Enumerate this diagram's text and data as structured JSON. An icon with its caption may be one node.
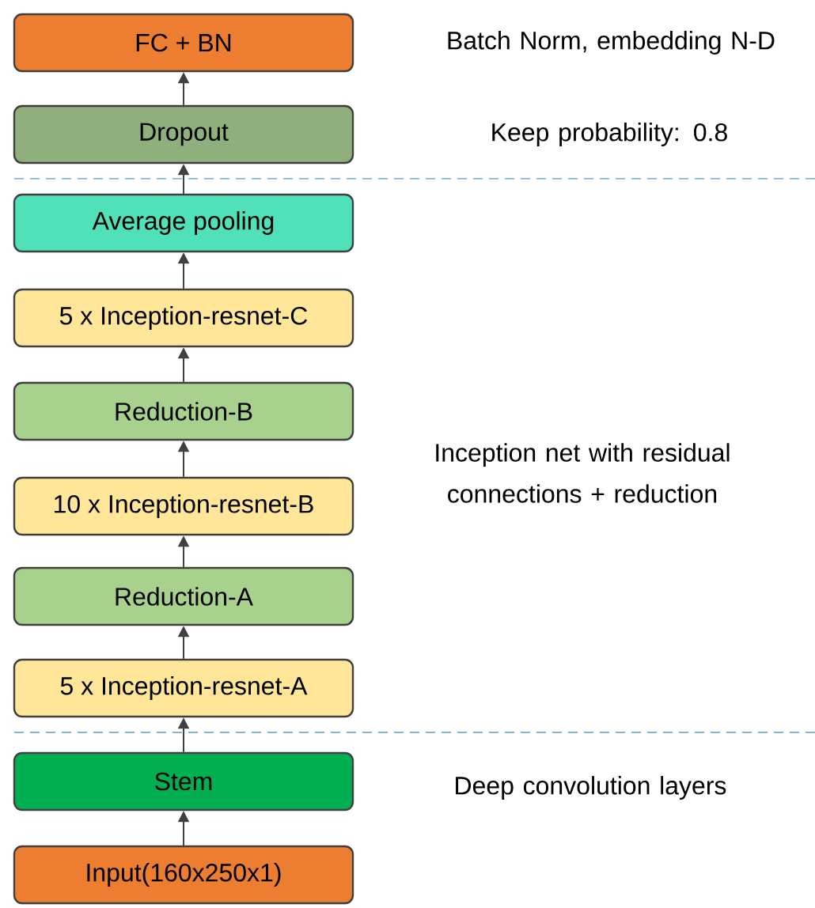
{
  "diagram": {
    "nodes": [
      {
        "text": [
          "FC + BN"
        ]
      },
      {
        "text": [
          "Dropout"
        ]
      },
      {
        "text": [
          "Average pooling"
        ]
      },
      {
        "text": [
          "5 x Inception-resnet-C"
        ]
      },
      {
        "text": [
          "Reduction-B"
        ]
      },
      {
        "text": [
          "10 x Inception-resnet-B"
        ]
      },
      {
        "text": [
          "Reduction-A"
        ]
      },
      {
        "text": [
          "5 x Inception-resnet-A"
        ]
      },
      {
        "text": [
          "Stem"
        ]
      },
      {
        "text": [
          "Input(160x250x1)"
        ]
      }
    ],
    "edges": [
      {
        "from": 9,
        "to": 8,
        "arrow": "to"
      },
      {
        "from": 8,
        "to": 7,
        "arrow": "to"
      },
      {
        "from": 7,
        "to": 6,
        "arrow": "to"
      },
      {
        "from": 6,
        "to": 5,
        "arrow": "to"
      },
      {
        "from": 5,
        "to": 4,
        "arrow": "to"
      },
      {
        "from": 4,
        "to": 3,
        "arrow": "to"
      },
      {
        "from": 3,
        "to": 2,
        "arrow": "to"
      },
      {
        "from": 2,
        "to": 1,
        "arrow": "to"
      },
      {
        "from": 1,
        "to": 0,
        "arrow": "to"
      }
    ],
    "labels": [
      "Batch Norm, embedding N-D",
      "Keep probability: 0.8",
      "Inception net with residual connections + reduction",
      "Deep convolution layers"
    ]
  }
}
